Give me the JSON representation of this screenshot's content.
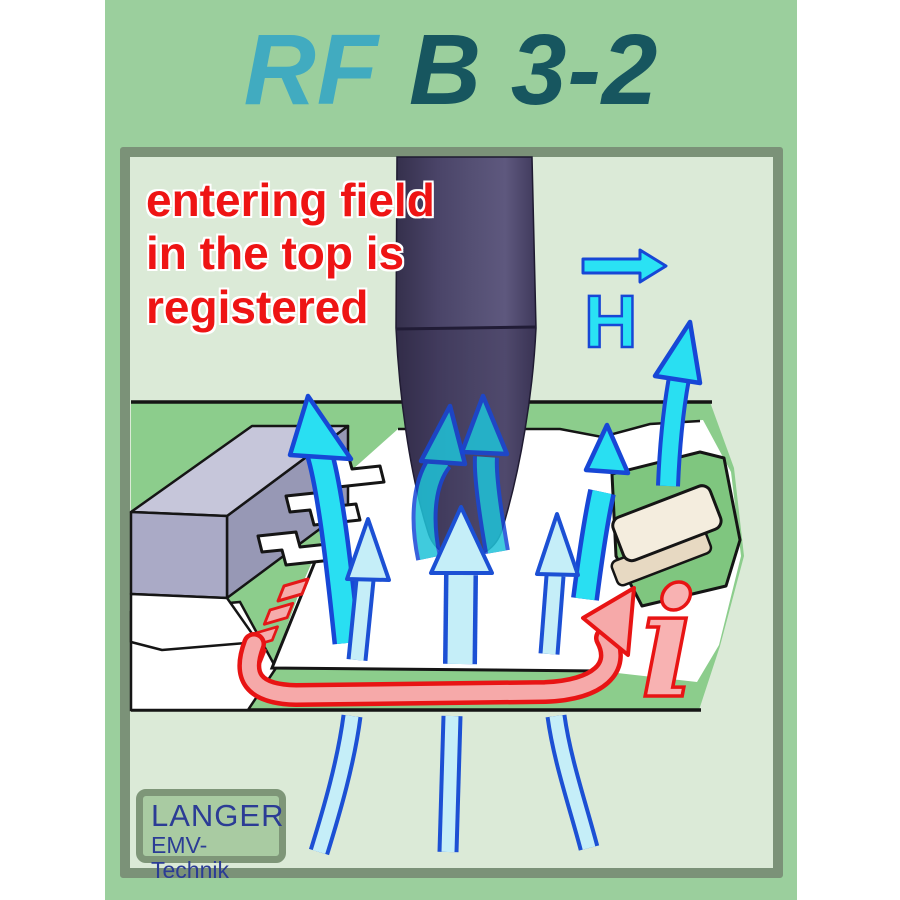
{
  "title": {
    "prefix": "RF",
    "model": "B 3-2"
  },
  "caption": {
    "line1": "entering field",
    "line2": "in the top is",
    "line3": "registered"
  },
  "labels": {
    "h_field": "H",
    "current": "i"
  },
  "logo": {
    "line1": "LANGER",
    "line2": "EMV-Technik"
  },
  "colors": {
    "outer_background": "#9bcf9d",
    "panel_background": "#dbead7",
    "panel_border": "#7b9278",
    "title_prefix": "#41abc0",
    "title_model": "#17565f",
    "caption_red": "#ee1414",
    "field_arrow_cyan": "#29dff2",
    "field_arrow_outline": "#1747d6",
    "field_arrow_pale": "#c5eef8",
    "current_arrow_outline": "#e81414",
    "current_arrow_fill": "#f6a9a9",
    "probe_body": "#4a4468",
    "pcb_green": "#8ccd8c",
    "logo_text_blue": "#2b3c95"
  }
}
